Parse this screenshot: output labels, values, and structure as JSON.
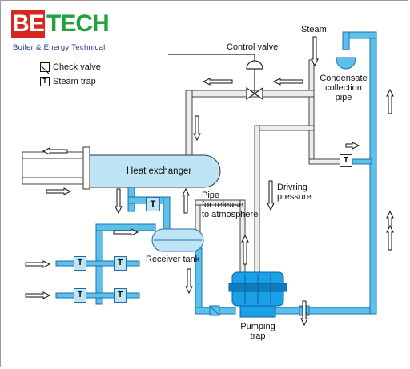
{
  "brand": {
    "logo_be": "BE",
    "logo_tech": "TECH",
    "logo_subtitle": "Boiler & Energy Technical"
  },
  "legend": {
    "check_valve": "Check valve",
    "steam_trap": "Steam trap",
    "steam_trap_symbol": "T"
  },
  "labels": {
    "steam": "Steam",
    "control_valve": "Control valve",
    "condensate_line1": "Condensate",
    "condensate_line2": "collection",
    "condensate_line3": "pipe",
    "heat_exchanger": "Heat exchanger",
    "pipe_release_line1": "Pipe",
    "pipe_release_line2": "for release",
    "pipe_release_line3": "to atmosphere",
    "driving_line1": "Drivring",
    "driving_line2": "pressure",
    "receiver_tank": "Receiver tank",
    "pumping_line1": "Pumping",
    "pumping_line2": "trap",
    "trap_symbol": "T"
  },
  "colors": {
    "water_fill": "#bfe4f5",
    "pipe_blue": "#5cc0ea",
    "pipe_outline": "#1c6fb0",
    "steam_pipe": "#e8e8e8",
    "pump_blue": "#1aa0e6",
    "logo_red": "#d7261e",
    "logo_green": "#1fa33a"
  }
}
